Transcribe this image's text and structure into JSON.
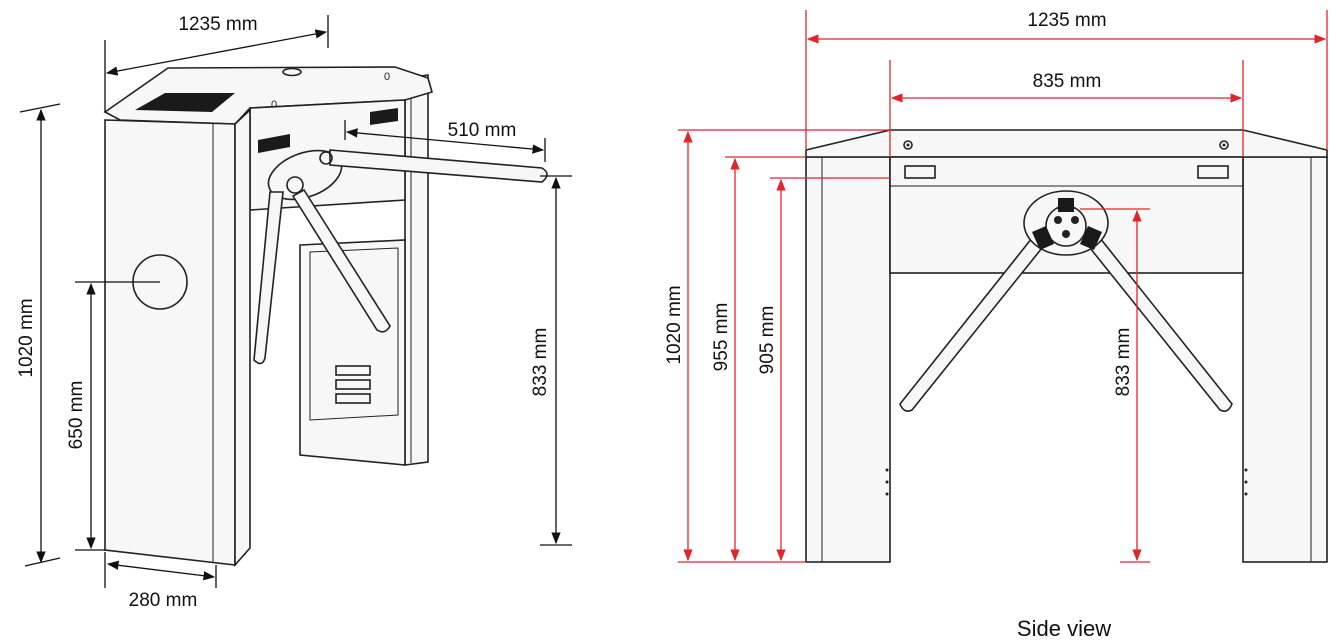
{
  "perspective_view": {
    "dimensions": {
      "top_width": "1235 mm",
      "arm_length": "510 mm",
      "total_height": "1020 mm",
      "reader_height": "650 mm",
      "arm_height": "833 mm",
      "depth": "280 mm"
    }
  },
  "side_view": {
    "caption": "Side view",
    "dimensions": {
      "total_width": "1235 mm",
      "inner_width": "835 mm",
      "total_height": "1020 mm",
      "top_height": "955 mm",
      "lid_height": "905 mm",
      "arm_height": "833 mm"
    }
  },
  "colors": {
    "outline": "#222222",
    "dimension_black": "#111111",
    "dimension_red": "#e1262b"
  }
}
